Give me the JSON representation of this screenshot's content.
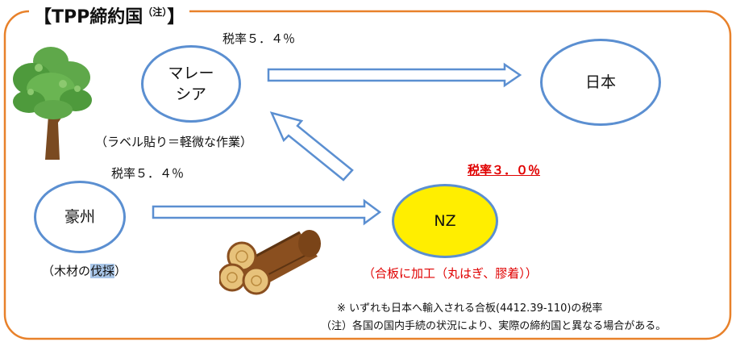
{
  "title": {
    "main": "【TPP締約国",
    "sup": "（注）",
    "close": "】"
  },
  "nodes": {
    "malaysia": {
      "name": "マレー\nシア",
      "rate": "税率５．４％",
      "note": "（ラベル貼り＝軽微な作業）"
    },
    "japan": {
      "name": "日本"
    },
    "australia": {
      "name": "豪州",
      "rate": "税率５．４％",
      "note_before": "（木材の",
      "note_highlight": "伐採",
      "note_after": "）"
    },
    "nz": {
      "name": "NZ",
      "rate": "税率３．０％",
      "note": "（合板に加工（丸はぎ、膠着））"
    }
  },
  "footnotes": {
    "line1": "※ いずれも日本へ輸入される合板(4412.39-110)の税率",
    "line2": "（注）各国の国内手続の状況により、実際の締約国と異なる場合がある。"
  },
  "colors": {
    "frame": "#e8812a",
    "node_border": "#5b8fd1",
    "arrow_border": "#5b8fd1",
    "nz_fill": "#ffee00",
    "emphasis_red": "#e00000",
    "highlight": "#a9c6e8"
  },
  "icons": [
    "tree-icon",
    "logs-icon"
  ]
}
